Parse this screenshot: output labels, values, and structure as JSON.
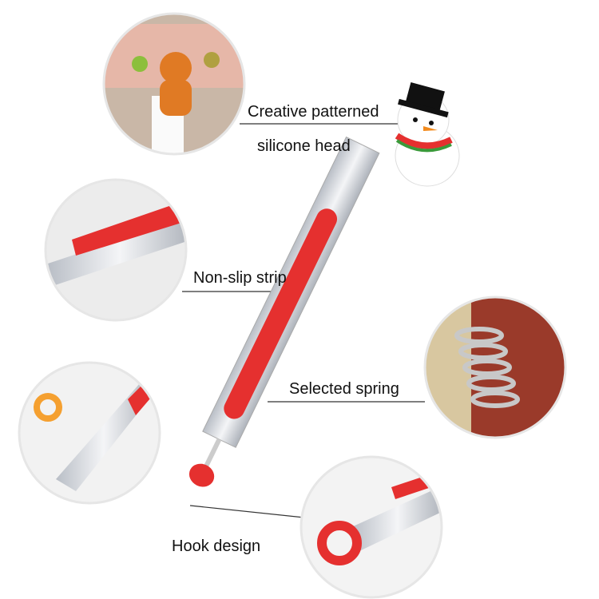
{
  "labels": {
    "head_line1": "Creative patterned",
    "head_line2": "silicone head",
    "strip": "Non-slip strip",
    "spring": "Selected spring",
    "hook": "Hook design"
  },
  "colors": {
    "red": "#e5302f",
    "steel": "#d6d9de",
    "circle_border": "#e6e6e6"
  }
}
